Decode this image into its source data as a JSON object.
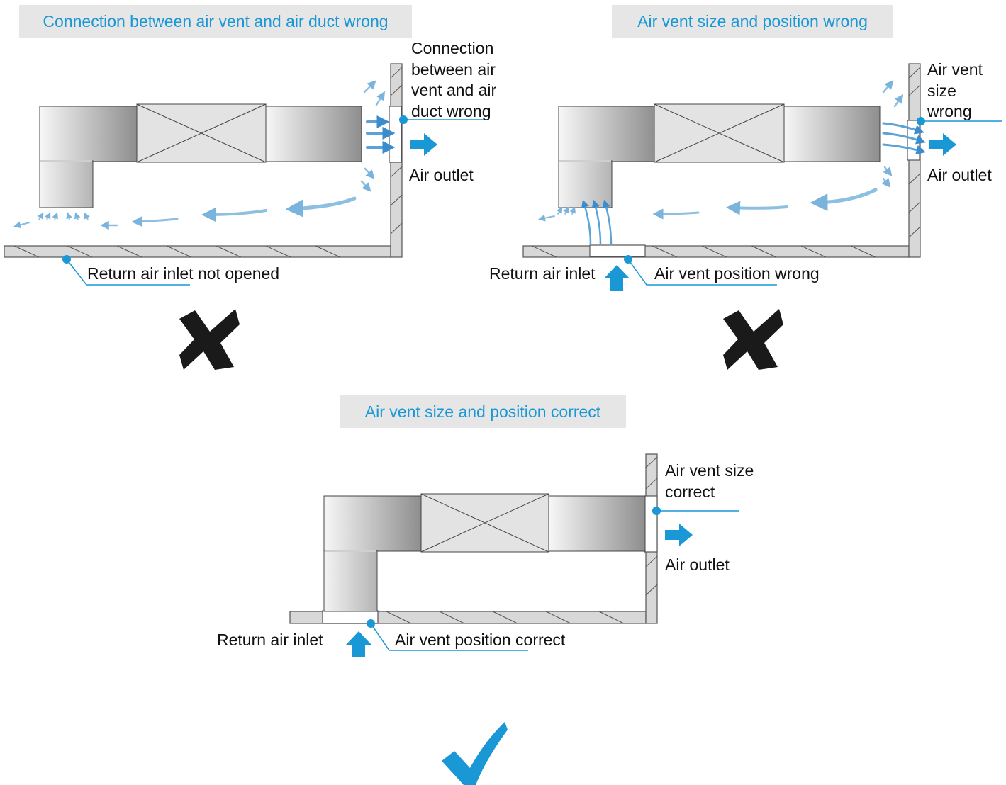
{
  "colors": {
    "accent": "#1a97d5",
    "banner_bg": "#e6e6e6",
    "wall": "#d6d6d6",
    "airflow": "#8dbfe0",
    "mark": "#1a1a1a",
    "check": "#1a97d5"
  },
  "panel_wrong_connection": {
    "title": "Connection between air vent and air duct wrong",
    "callout_connection": "Connection between air vent and air duct wrong",
    "label_outlet": "Air outlet",
    "label_return": "Return air inlet not opened",
    "verdict_icon": "cross-icon"
  },
  "panel_wrong_size_position": {
    "title": "Air vent size and position wrong",
    "callout_size": "Air vent size wrong",
    "label_outlet": "Air outlet",
    "label_return": "Return air inlet",
    "callout_position": "Air vent position wrong",
    "verdict_icon": "cross-icon"
  },
  "panel_correct": {
    "title": "Air vent size and position correct",
    "callout_size": "Air vent size correct",
    "label_outlet": "Air outlet",
    "label_return": "Return air inlet",
    "callout_position": "Air vent position correct",
    "verdict_icon": "checkmark-icon"
  }
}
